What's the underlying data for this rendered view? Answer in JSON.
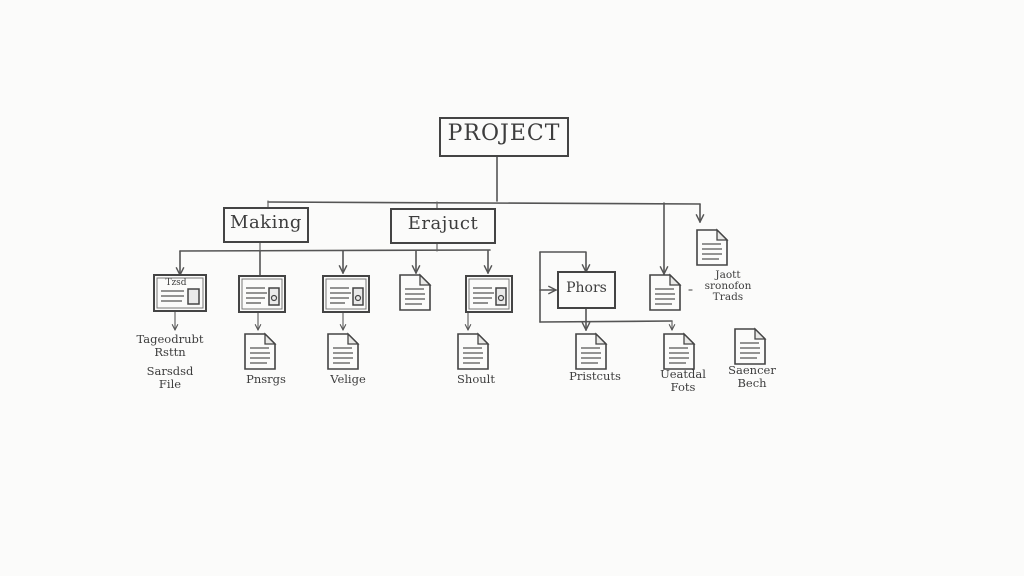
{
  "diagram": {
    "root": {
      "label": "PROJECT"
    },
    "categories": [
      {
        "label": "Making"
      },
      {
        "label": "Erajuct"
      },
      {
        "label": "Phors"
      }
    ],
    "leaves": [
      {
        "label_lines": [
          "Tageodrubt",
          "Rsttn",
          "Sarsdsd",
          "File"
        ]
      },
      {
        "label_lines": [
          "Pnsrgs"
        ]
      },
      {
        "label_lines": [
          "Velige"
        ]
      },
      {
        "label_lines": [
          "Shoult"
        ]
      },
      {
        "label_lines": [
          "Pristcuts"
        ]
      },
      {
        "label_lines": [
          "Ueatdal",
          "Fots"
        ]
      },
      {
        "label_lines": [
          "Saencer",
          "Bech"
        ]
      },
      {
        "label_lines": [
          "Jaott",
          "sronofon",
          "Trads"
        ]
      }
    ],
    "card_label": "Tzsd"
  }
}
